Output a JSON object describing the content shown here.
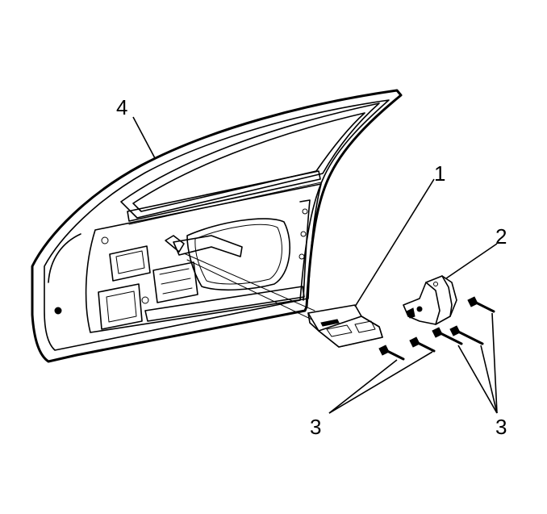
{
  "callouts": {
    "c1": "1",
    "c2": "2",
    "c3a": "3",
    "c3b": "3",
    "c4": "4"
  },
  "colors": {
    "line": "#000000",
    "background": "#ffffff"
  }
}
